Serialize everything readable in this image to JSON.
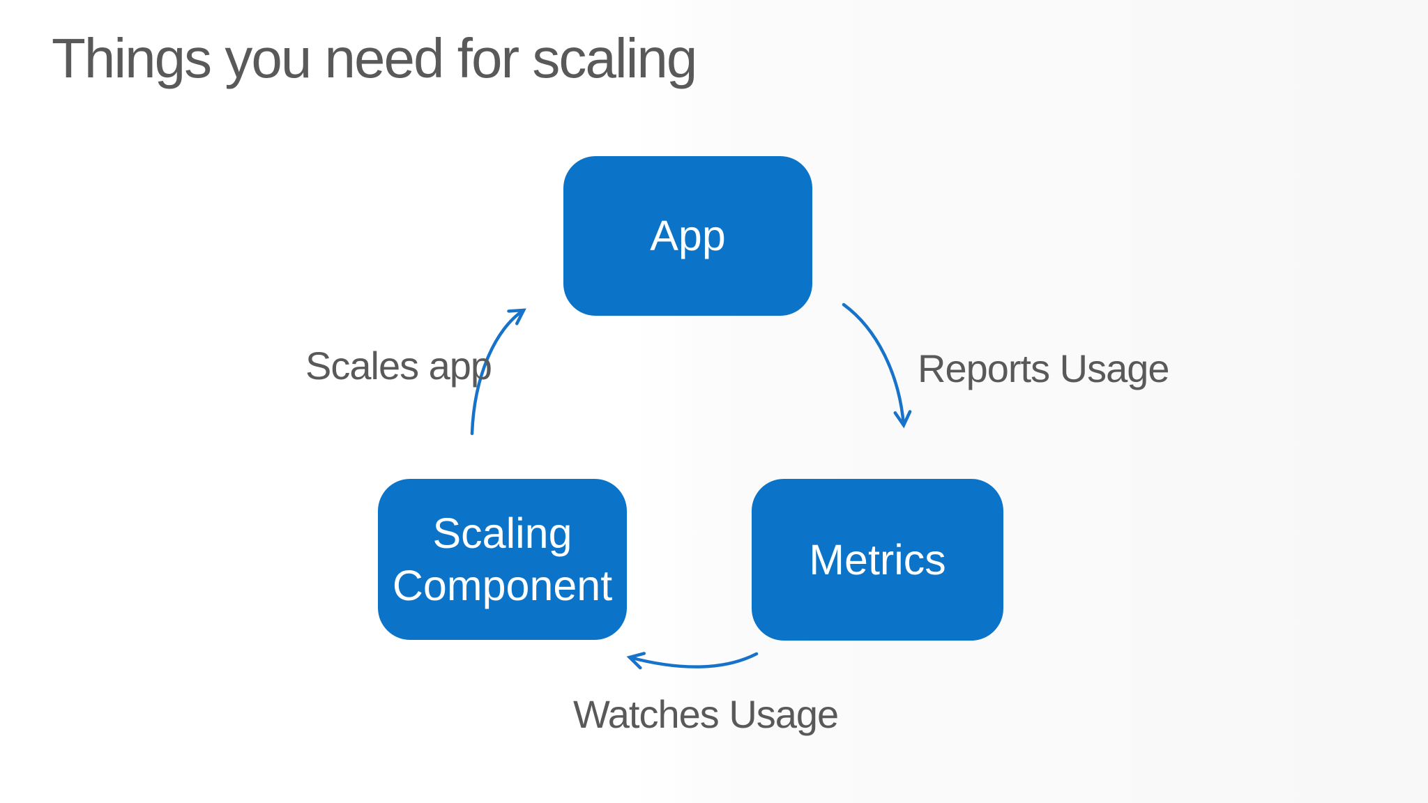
{
  "slide": {
    "title": "Things you need for scaling"
  },
  "diagram": {
    "type": "cycle",
    "nodes": [
      {
        "id": "app",
        "label": "App"
      },
      {
        "id": "metrics",
        "label": "Metrics"
      },
      {
        "id": "scaling-component",
        "label": "Scaling Component"
      }
    ],
    "edges": [
      {
        "from": "app",
        "to": "metrics",
        "label": "Reports Usage"
      },
      {
        "from": "metrics",
        "to": "scaling-component",
        "label": "Watches Usage"
      },
      {
        "from": "scaling-component",
        "to": "app",
        "label": "Scales app"
      }
    ]
  },
  "colors": {
    "background": "#ffffff",
    "title_text": "#595959",
    "edge_label_text": "#595959",
    "node_fill": "#0b74c8",
    "node_text": "#ffffff",
    "arrow": "#1673c9"
  }
}
